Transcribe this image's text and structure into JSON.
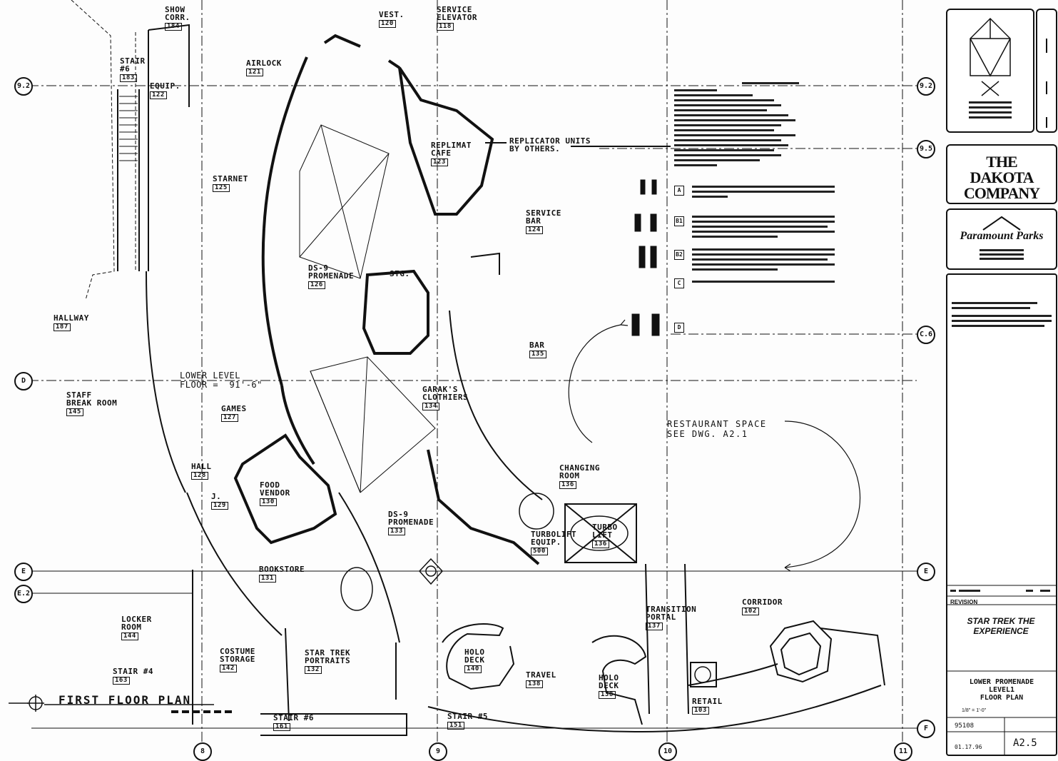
{
  "rooms": [
    {
      "id": "show-corr",
      "name": "SHOW\nCORR.",
      "num": "184"
    },
    {
      "id": "vest",
      "name": "VEST.",
      "num": "120"
    },
    {
      "id": "service-elevator",
      "name": "SERVICE\nELEVATOR",
      "num": "118"
    },
    {
      "id": "stair-b",
      "name": "STAIR\n#6",
      "num": "183"
    },
    {
      "id": "airlock",
      "name": "AIRLOCK",
      "num": "121"
    },
    {
      "id": "equip",
      "name": "EQUIP.",
      "num": "122"
    },
    {
      "id": "replimat",
      "name": "REPLIMAT\nCAFE",
      "num": "123"
    },
    {
      "id": "starnet",
      "name": "STARNET",
      "num": "125"
    },
    {
      "id": "service-bar",
      "name": "SERVICE\nBAR",
      "num": "124"
    },
    {
      "id": "ds9-promenade-upper",
      "name": "DS-9\nPROMENADE",
      "num": "126"
    },
    {
      "id": "stg",
      "name": "STG.",
      "num": ""
    },
    {
      "id": "hallway",
      "name": "HALLWAY",
      "num": "187"
    },
    {
      "id": "bar",
      "name": "BAR",
      "num": "135"
    },
    {
      "id": "staff-break",
      "name": "STAFF\nBREAK ROOM",
      "num": "145"
    },
    {
      "id": "games",
      "name": "GAMES",
      "num": "127"
    },
    {
      "id": "garaks",
      "name": "GARAK'S\nCLOTHIERS",
      "num": "134"
    },
    {
      "id": "hall",
      "name": "HALL",
      "num": "128"
    },
    {
      "id": "j",
      "name": "J.",
      "num": "129"
    },
    {
      "id": "food-vendor",
      "name": "FOOD\nVENDOR",
      "num": "130"
    },
    {
      "id": "changing-room",
      "name": "CHANGING\nROOM",
      "num": "136"
    },
    {
      "id": "ds9-promenade-lower",
      "name": "DS-9\nPROMENADE",
      "num": "133"
    },
    {
      "id": "turbolift-equip",
      "name": "TURBOLIFT\nEQUIP.",
      "num": "500"
    },
    {
      "id": "turbo-lift",
      "name": "TURBO\nLIFT",
      "num": "136"
    },
    {
      "id": "bookstore",
      "name": "BOOKSTORE",
      "num": "131"
    },
    {
      "id": "locker-room",
      "name": "LOCKER\nROOM",
      "num": "144"
    },
    {
      "id": "transition-portal",
      "name": "TRANSITION\nPORTAL",
      "num": "137"
    },
    {
      "id": "corridor",
      "name": "CORRIDOR",
      "num": "102"
    },
    {
      "id": "costume-storage",
      "name": "COSTUME\nSTORAGE",
      "num": "142"
    },
    {
      "id": "star-trek-portraits",
      "name": "STAR TREK\nPORTRAITS",
      "num": "132"
    },
    {
      "id": "holo-deck-1",
      "name": "HOLO\nDECK",
      "num": "140"
    },
    {
      "id": "travel",
      "name": "TRAVEL",
      "num": "138"
    },
    {
      "id": "holo-deck-2",
      "name": "HOLO\nDECK",
      "num": "138"
    },
    {
      "id": "stair-4",
      "name": "STAIR #4",
      "num": "163"
    },
    {
      "id": "retail",
      "name": "RETAIL",
      "num": "103"
    },
    {
      "id": "stair-6",
      "name": "STAIR #6",
      "num": "161"
    },
    {
      "id": "stair-5",
      "name": "STAIR #5",
      "num": "151"
    }
  ],
  "notes": {
    "replicator": "REPLICATOR UNITS\nBY OTHERS.",
    "lower_level": "LOWER LEVEL\nFLOOR =  91'-6\"",
    "restaurant": "RESTAURANT SPACE\nSEE DWG. A2.1",
    "plan_title": "FIRST FLOOR PLAN"
  },
  "grid_bubbles": [
    "9.2",
    "9.5",
    "C.6",
    "D",
    "E",
    "E.2",
    "F",
    "8",
    "9",
    "10",
    "11"
  ],
  "legend_keys": [
    "A",
    "B1",
    "B2",
    "C",
    "D"
  ],
  "title_block": {
    "client": "THE DAKOTA COMPANY",
    "owner": "Paramount Parks",
    "revision_label": "REVISION",
    "project": "STAR TREK THE EXPERIENCE",
    "sheet_title": "LOWER PROMENADE\nLEVEL1\nFLOOR PLAN",
    "scale": "1/8\" = 1'-0\"",
    "project_no": "95108",
    "date": "01.17.96",
    "sheet_no": "A2.5"
  }
}
